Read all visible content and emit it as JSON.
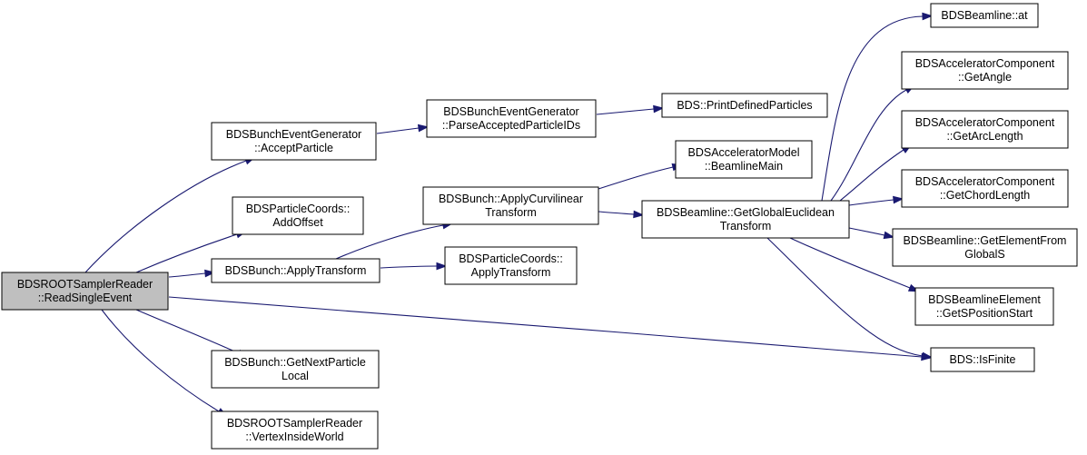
{
  "nodes": [
    {
      "id": "root",
      "lines": [
        "BDSROOTSamplerReader",
        "::ReadSingleEvent"
      ],
      "root": true
    },
    {
      "id": "acceptParticle",
      "lines": [
        "BDSBunchEventGenerator",
        "::AcceptParticle"
      ]
    },
    {
      "id": "parseIDs",
      "lines": [
        "BDSBunchEventGenerator",
        "::ParseAcceptedParticleIDs"
      ]
    },
    {
      "id": "printDefined",
      "lines": [
        "BDS::PrintDefinedParticles"
      ]
    },
    {
      "id": "addOffset",
      "lines": [
        "BDSParticleCoords::",
        "AddOffset"
      ]
    },
    {
      "id": "bunchApplyTransform",
      "lines": [
        "BDSBunch::ApplyTransform"
      ]
    },
    {
      "id": "applyCurvilinear",
      "lines": [
        "BDSBunch::ApplyCurvilinear",
        "Transform"
      ]
    },
    {
      "id": "coordsApplyTransform",
      "lines": [
        "BDSParticleCoords::",
        "ApplyTransform"
      ]
    },
    {
      "id": "beamlineMain",
      "lines": [
        "BDSAcceleratorModel",
        "::BeamlineMain"
      ]
    },
    {
      "id": "getGlobalEuclidean",
      "lines": [
        "BDSBeamline::GetGlobalEuclidean",
        "Transform"
      ]
    },
    {
      "id": "beamlineAt",
      "lines": [
        "BDSBeamline::at"
      ]
    },
    {
      "id": "getAngle",
      "lines": [
        "BDSAcceleratorComponent",
        "::GetAngle"
      ]
    },
    {
      "id": "getArcLength",
      "lines": [
        "BDSAcceleratorComponent",
        "::GetArcLength"
      ]
    },
    {
      "id": "getChordLength",
      "lines": [
        "BDSAcceleratorComponent",
        "::GetChordLength"
      ]
    },
    {
      "id": "getElementFromGlobalS",
      "lines": [
        "BDSBeamline::GetElementFrom",
        "GlobalS"
      ]
    },
    {
      "id": "getSPositionStart",
      "lines": [
        "BDSBeamlineElement",
        "::GetSPositionStart"
      ]
    },
    {
      "id": "isFinite",
      "lines": [
        "BDS::IsFinite"
      ]
    },
    {
      "id": "getNextParticle",
      "lines": [
        "BDSBunch::GetNextParticle",
        "Local"
      ]
    },
    {
      "id": "vertexInsideWorld",
      "lines": [
        "BDSROOTSamplerReader",
        "::VertexInsideWorld"
      ]
    }
  ],
  "edges": [
    {
      "from": "root",
      "to": "acceptParticle"
    },
    {
      "from": "root",
      "to": "addOffset"
    },
    {
      "from": "root",
      "to": "bunchApplyTransform"
    },
    {
      "from": "root",
      "to": "isFinite"
    },
    {
      "from": "root",
      "to": "getNextParticle"
    },
    {
      "from": "root",
      "to": "vertexInsideWorld"
    },
    {
      "from": "acceptParticle",
      "to": "parseIDs"
    },
    {
      "from": "parseIDs",
      "to": "printDefined"
    },
    {
      "from": "bunchApplyTransform",
      "to": "applyCurvilinear"
    },
    {
      "from": "bunchApplyTransform",
      "to": "coordsApplyTransform"
    },
    {
      "from": "applyCurvilinear",
      "to": "beamlineMain"
    },
    {
      "from": "applyCurvilinear",
      "to": "getGlobalEuclidean"
    },
    {
      "from": "getGlobalEuclidean",
      "to": "beamlineAt"
    },
    {
      "from": "getGlobalEuclidean",
      "to": "getAngle"
    },
    {
      "from": "getGlobalEuclidean",
      "to": "getArcLength"
    },
    {
      "from": "getGlobalEuclidean",
      "to": "getChordLength"
    },
    {
      "from": "getGlobalEuclidean",
      "to": "getElementFromGlobalS"
    },
    {
      "from": "getGlobalEuclidean",
      "to": "getSPositionStart"
    },
    {
      "from": "getGlobalEuclidean",
      "to": "isFinite"
    }
  ],
  "colors": {
    "edge": "#191970",
    "root_fill": "#bfbfbf",
    "node_fill": "#ffffff",
    "node_stroke": "#000000",
    "background": "#ffffff"
  }
}
